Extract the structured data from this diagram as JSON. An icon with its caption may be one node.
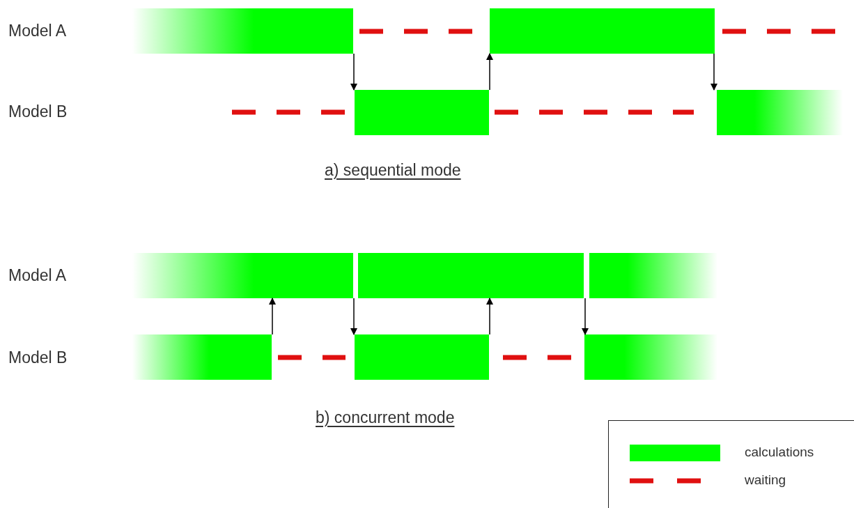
{
  "diagram": {
    "nodes": [
      {
        "text": [],
        "shape": "bar"
      },
      {
        "text": [],
        "shape": "bar"
      },
      {
        "text": [],
        "shape": "bar"
      },
      {
        "text": [],
        "shape": "bar"
      },
      {
        "text": [],
        "shape": "bar"
      },
      {
        "text": [],
        "shape": "bar"
      },
      {
        "text": [],
        "shape": "bar"
      },
      {
        "text": [],
        "shape": "bar"
      },
      {
        "text": [],
        "shape": "bar"
      },
      {
        "text": [],
        "shape": "bar"
      }
    ],
    "edges": [
      {
        "from": 0,
        "to": 1,
        "arrow": "to"
      },
      {
        "from": 1,
        "to": 2,
        "arrow": "to"
      },
      {
        "from": 2,
        "to": 3,
        "arrow": "to"
      },
      {
        "from": 7,
        "to": 4,
        "arrow": "to"
      },
      {
        "from": 4,
        "to": 8,
        "arrow": "to"
      },
      {
        "from": 8,
        "to": 5,
        "arrow": "to"
      },
      {
        "from": 5,
        "to": 9,
        "arrow": "to"
      }
    ],
    "labels": [
      "Model A",
      "Model B",
      "a) sequential mode",
      "Model A",
      "Model B",
      "b) concurrent mode"
    ],
    "legend": [
      {
        "text": "calculations",
        "color": "#00ff00"
      },
      {
        "text": "waiting"
      }
    ]
  }
}
